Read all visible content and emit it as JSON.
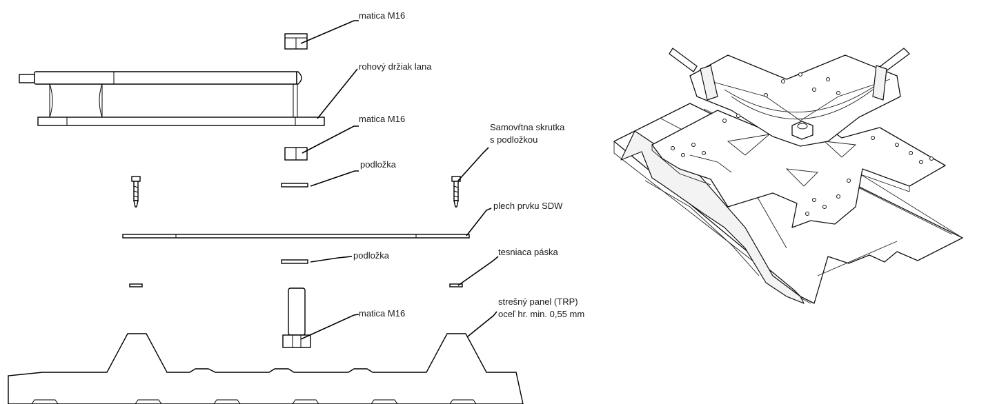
{
  "labels": {
    "nut_top": "matica M16",
    "corner_holder": "rohový držiak lana",
    "nut_mid": "matica M16",
    "screw_line1": "Samovŕtna skrutka",
    "screw_line2": "s podložkou",
    "washer_top": "podložka",
    "plate": "plech prvku SDW",
    "washer_bottom": "podložka",
    "seal_tape": "tesniaca páska",
    "roof_line1": "strešný panel (TRP)",
    "roof_line2": "oceľ hr. min. 0,55 mm",
    "nut_bottom": "matica M16"
  }
}
